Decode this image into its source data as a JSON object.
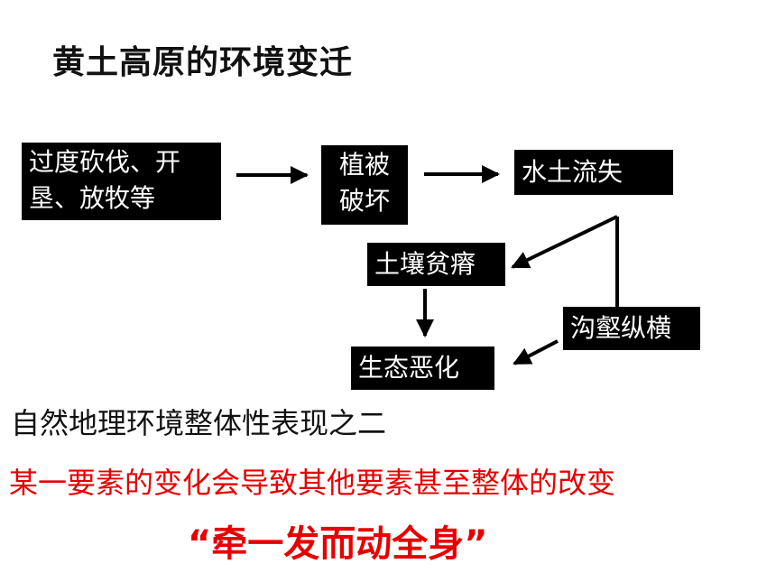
{
  "title": "黄土高原的环境变迁",
  "boxes": {
    "b1": {
      "line1": "过度砍伐、开",
      "line2": "垦、放牧等"
    },
    "b2": {
      "line1": "植被",
      "line2": "破坏"
    },
    "b3": "水土流失",
    "b4": "土壤贫瘠",
    "b5": "沟壑纵横",
    "b6": "生态恶化"
  },
  "texts": {
    "line1": "自然地理环境整体性表现之二",
    "line2": "某一要素的变化会导致其他要素甚至整体的改变",
    "slogan": "“牵一发而动全身”"
  },
  "colors": {
    "red": "#e60000",
    "box": "#000000"
  }
}
